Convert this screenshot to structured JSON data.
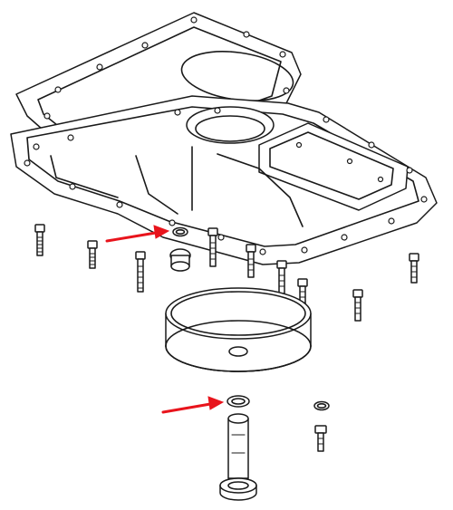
{
  "diagram": {
    "arrow_color": "#e8141c",
    "line_color": "#1a1a1a",
    "background": "#ffffff",
    "parts": [
      "upper-gasket",
      "oil-pan",
      "strainer-screen",
      "pickup-tube",
      "o-ring-upper",
      "o-ring-lower",
      "bolts",
      "drain-plug"
    ]
  }
}
